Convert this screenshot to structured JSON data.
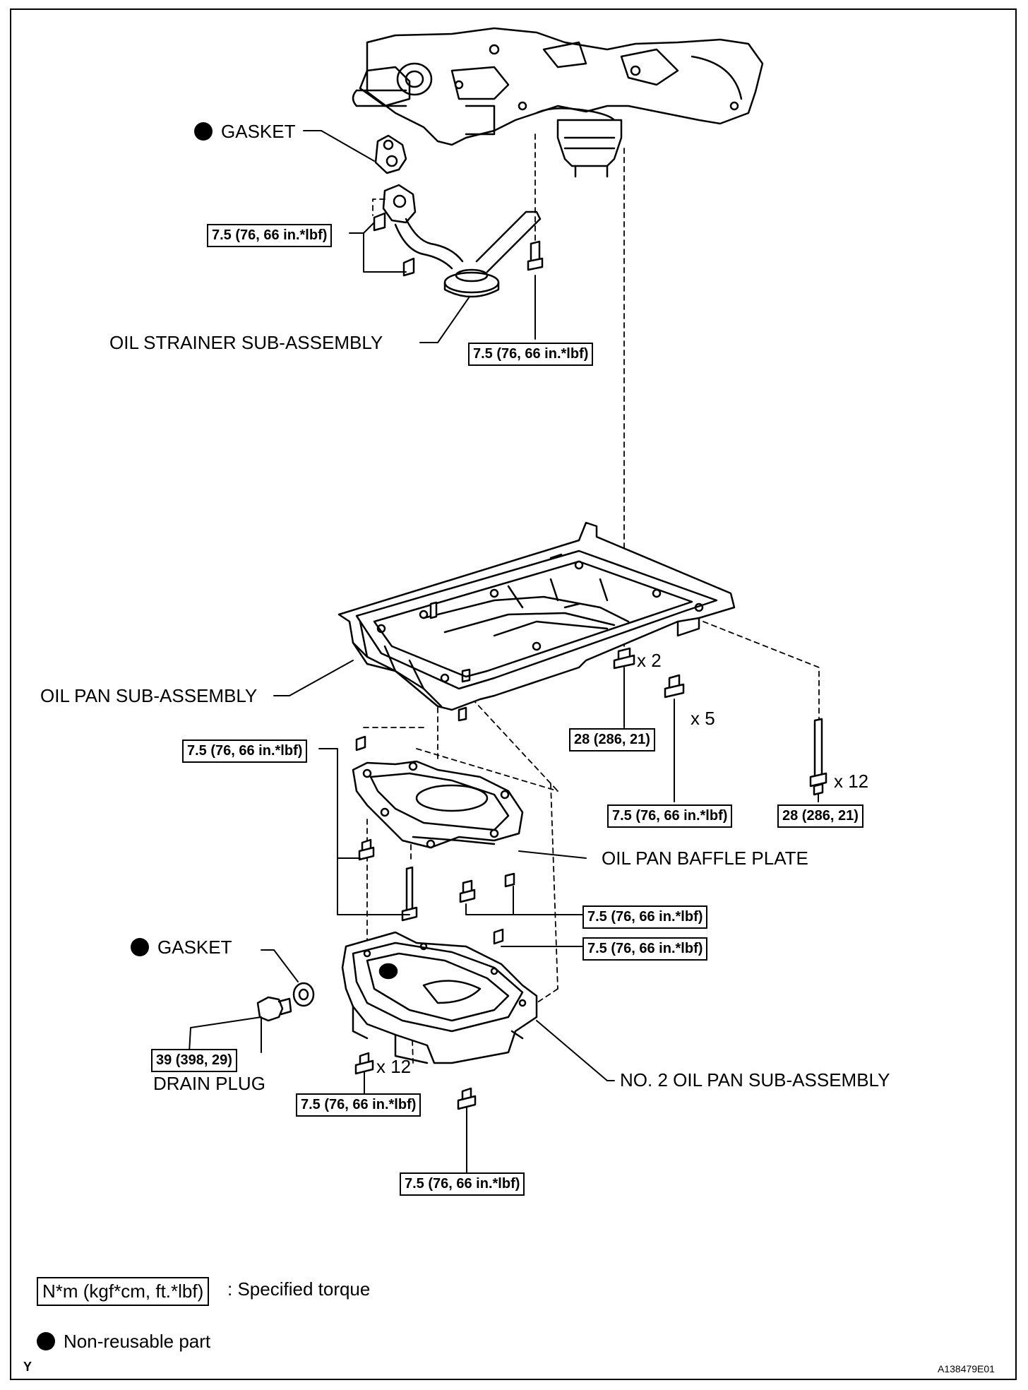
{
  "labels": {
    "gasket_top": "GASKET",
    "oil_strainer": "OIL STRAINER SUB-ASSEMBLY",
    "oil_pan": "OIL PAN SUB-ASSEMBLY",
    "baffle_plate": "OIL PAN BAFFLE PLATE",
    "gasket_bottom": "GASKET",
    "drain_plug": "DRAIN PLUG",
    "no2_oil_pan": "NO. 2 OIL PAN SUB-ASSEMBLY"
  },
  "torques": {
    "strainer_nut": "7.5 (76, 66 in.*lbf)",
    "strainer_bolt": "7.5 (76, 66 in.*lbf)",
    "pan_x2": "28 (286, 21)",
    "pan_x5": "7.5 (76, 66 in.*lbf)",
    "pan_x12": "28 (286, 21)",
    "baffle_left": "7.5 (76, 66 in.*lbf)",
    "baffle_right": "7.5 (76, 66 in.*lbf)",
    "no2_nut": "7.5 (76, 66 in.*lbf)",
    "drain_plug": "39 (398, 29)",
    "no2_x12": "7.5 (76, 66 in.*lbf)",
    "no2_bottom": "7.5 (76, 66 in.*lbf)"
  },
  "quantities": {
    "pan_x2": "x 2",
    "pan_x5": "x 5",
    "pan_x12": "x 12",
    "no2_x12": "x 12"
  },
  "legend": {
    "torque_unit": "N*m (kgf*cm, ft.*lbf)",
    "torque_desc": ": Specified torque",
    "nonreusable": "Non-reusable part"
  },
  "footer": {
    "left_code": "Y",
    "figure_id": "A138479E01"
  }
}
